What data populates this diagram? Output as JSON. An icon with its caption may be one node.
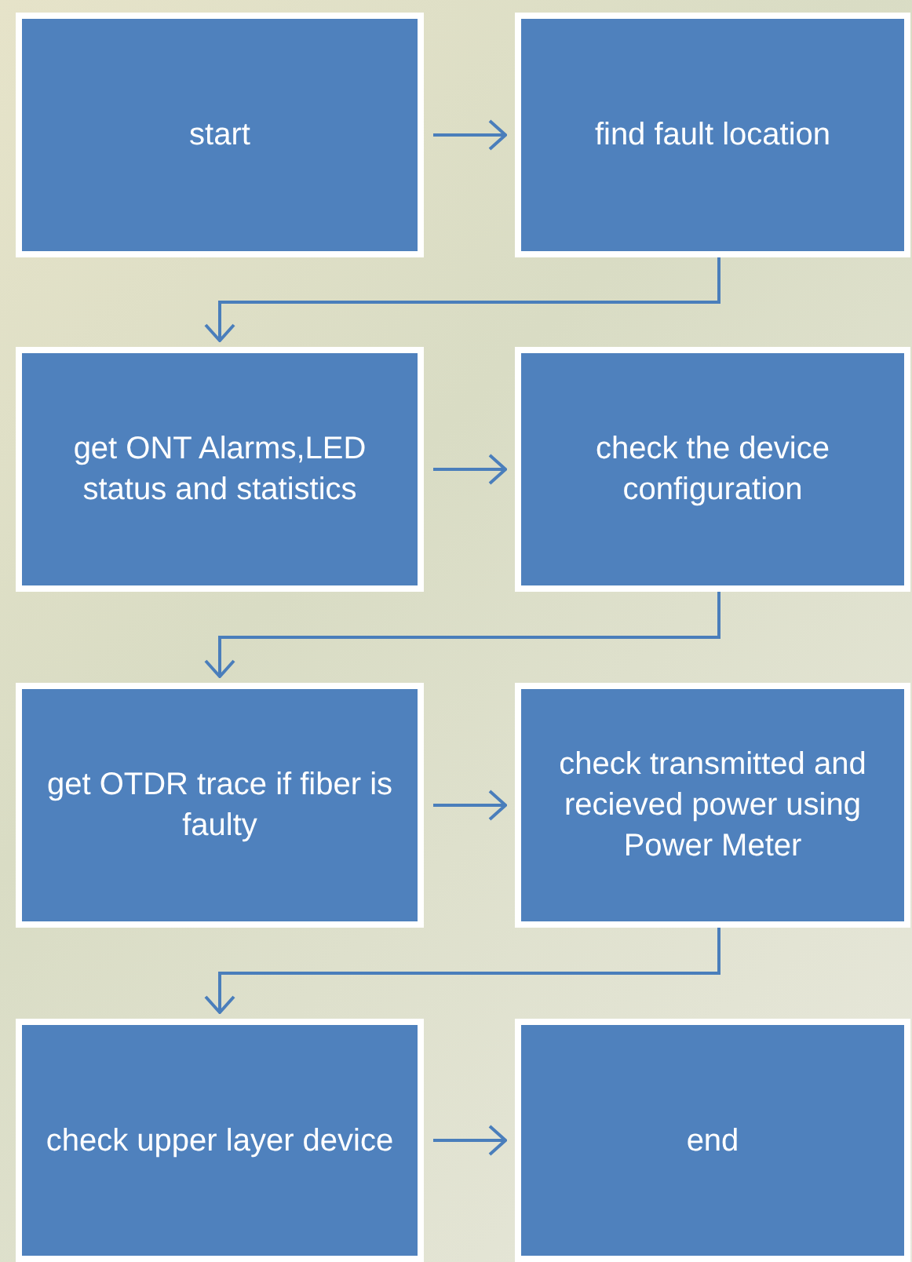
{
  "diagram": {
    "nodes": [
      {
        "text": [
          "start"
        ]
      },
      {
        "text": [
          "find fault location"
        ]
      },
      {
        "text": [
          "get ONT Alarms,LED status and statistics"
        ]
      },
      {
        "text": [
          "check the device configuration"
        ]
      },
      {
        "text": [
          "get OTDR trace if fiber is faulty"
        ]
      },
      {
        "text": [
          "check transmitted and recieved power using Power Meter"
        ]
      },
      {
        "text": [
          "check upper layer device"
        ]
      },
      {
        "text": [
          "end"
        ]
      }
    ],
    "edges": [
      {
        "from": 0,
        "to": 1,
        "arrow": "to"
      },
      {
        "from": 1,
        "to": 2,
        "arrow": "to"
      },
      {
        "from": 2,
        "to": 3,
        "arrow": "to"
      },
      {
        "from": 3,
        "to": 4,
        "arrow": "to"
      },
      {
        "from": 4,
        "to": 5,
        "arrow": "to"
      },
      {
        "from": 5,
        "to": 6,
        "arrow": "to"
      },
      {
        "from": 6,
        "to": 7,
        "arrow": "to"
      }
    ]
  }
}
